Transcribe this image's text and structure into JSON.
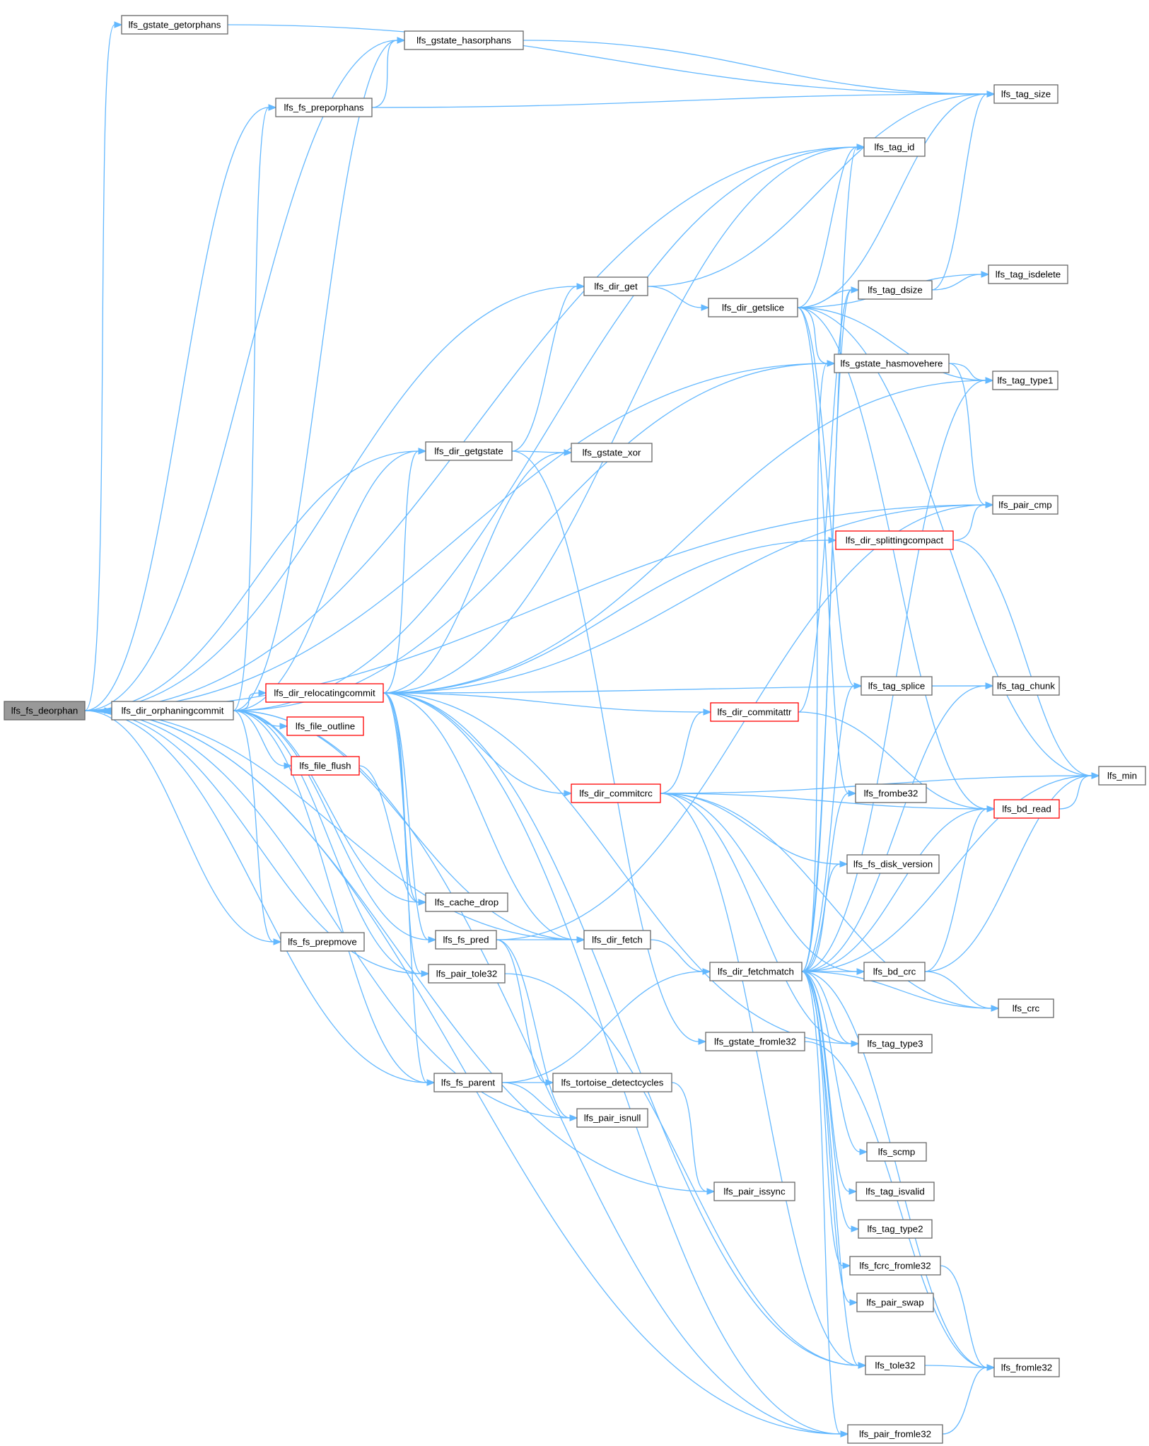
{
  "colors": {
    "edge": "#63b8ff",
    "focus_fill": "#999999",
    "node_border": "#666666",
    "truncated_border": "#ff0000",
    "node_fill": "#ffffff"
  },
  "graph": {
    "focus_node": "lfs_fs_deorphan",
    "nodes": [
      {
        "id": "n_deorphan",
        "label": "lfs_fs_deorphan",
        "style": "focus"
      },
      {
        "id": "n_getorphans",
        "label": "lfs_gstate_getorphans",
        "style": "normal"
      },
      {
        "id": "n_hasorphans",
        "label": "lfs_gstate_hasorphans",
        "style": "normal"
      },
      {
        "id": "n_preporphans",
        "label": "lfs_fs_preporphans",
        "style": "normal"
      },
      {
        "id": "n_tag_size",
        "label": "lfs_tag_size",
        "style": "normal"
      },
      {
        "id": "n_tag_id",
        "label": "lfs_tag_id",
        "style": "normal"
      },
      {
        "id": "n_dir_get",
        "label": "lfs_dir_get",
        "style": "normal"
      },
      {
        "id": "n_getslice",
        "label": "lfs_dir_getslice",
        "style": "normal"
      },
      {
        "id": "n_isdelete",
        "label": "lfs_tag_isdelete",
        "style": "normal"
      },
      {
        "id": "n_dsize",
        "label": "lfs_tag_dsize",
        "style": "normal"
      },
      {
        "id": "n_hasmovehere",
        "label": "lfs_gstate_hasmovehere",
        "style": "normal"
      },
      {
        "id": "n_type1",
        "label": "lfs_tag_type1",
        "style": "normal"
      },
      {
        "id": "n_getgstate",
        "label": "lfs_dir_getgstate",
        "style": "normal"
      },
      {
        "id": "n_xor",
        "label": "lfs_gstate_xor",
        "style": "normal"
      },
      {
        "id": "n_pair_cmp",
        "label": "lfs_pair_cmp",
        "style": "normal"
      },
      {
        "id": "n_splitting",
        "label": "lfs_dir_splittingcompact",
        "style": "truncated"
      },
      {
        "id": "n_orphaning",
        "label": "lfs_dir_orphaningcommit",
        "style": "normal"
      },
      {
        "id": "n_relocating",
        "label": "lfs_dir_relocatingcommit",
        "style": "truncated"
      },
      {
        "id": "n_splice",
        "label": "lfs_tag_splice",
        "style": "normal"
      },
      {
        "id": "n_chunk",
        "label": "lfs_tag_chunk",
        "style": "normal"
      },
      {
        "id": "n_outline",
        "label": "lfs_file_outline",
        "style": "truncated"
      },
      {
        "id": "n_commitattr",
        "label": "lfs_dir_commitattr",
        "style": "truncated"
      },
      {
        "id": "n_min",
        "label": "lfs_min",
        "style": "normal"
      },
      {
        "id": "n_flush",
        "label": "lfs_file_flush",
        "style": "truncated"
      },
      {
        "id": "n_commitcrc",
        "label": "lfs_dir_commitcrc",
        "style": "truncated"
      },
      {
        "id": "n_frombe32",
        "label": "lfs_frombe32",
        "style": "normal"
      },
      {
        "id": "n_bd_read",
        "label": "lfs_bd_read",
        "style": "truncated"
      },
      {
        "id": "n_disk_version",
        "label": "lfs_fs_disk_version",
        "style": "normal"
      },
      {
        "id": "n_cache_drop",
        "label": "lfs_cache_drop",
        "style": "normal"
      },
      {
        "id": "n_prepmove",
        "label": "lfs_fs_prepmove",
        "style": "normal"
      },
      {
        "id": "n_fs_pred",
        "label": "lfs_fs_pred",
        "style": "normal"
      },
      {
        "id": "n_dir_fetch",
        "label": "lfs_dir_fetch",
        "style": "normal"
      },
      {
        "id": "n_fetchmatch",
        "label": "lfs_dir_fetchmatch",
        "style": "normal"
      },
      {
        "id": "n_bd_crc",
        "label": "lfs_bd_crc",
        "style": "normal"
      },
      {
        "id": "n_pair_tole32",
        "label": "lfs_pair_tole32",
        "style": "normal"
      },
      {
        "id": "n_crc",
        "label": "lfs_crc",
        "style": "normal"
      },
      {
        "id": "n_gstate_fromle32",
        "label": "lfs_gstate_fromle32",
        "style": "normal"
      },
      {
        "id": "n_type3",
        "label": "lfs_tag_type3",
        "style": "normal"
      },
      {
        "id": "n_fs_parent",
        "label": "lfs_fs_parent",
        "style": "normal"
      },
      {
        "id": "n_tortoise",
        "label": "lfs_tortoise_detectcycles",
        "style": "normal"
      },
      {
        "id": "n_isnull",
        "label": "lfs_pair_isnull",
        "style": "normal"
      },
      {
        "id": "n_scmp",
        "label": "lfs_scmp",
        "style": "normal"
      },
      {
        "id": "n_issync",
        "label": "lfs_pair_issync",
        "style": "normal"
      },
      {
        "id": "n_isvalid",
        "label": "lfs_tag_isvalid",
        "style": "normal"
      },
      {
        "id": "n_type2",
        "label": "lfs_tag_type2",
        "style": "normal"
      },
      {
        "id": "n_fcrc",
        "label": "lfs_fcrc_fromle32",
        "style": "normal"
      },
      {
        "id": "n_swap",
        "label": "lfs_pair_swap",
        "style": "normal"
      },
      {
        "id": "n_tole32",
        "label": "lfs_tole32",
        "style": "normal"
      },
      {
        "id": "n_fromle32",
        "label": "lfs_fromle32",
        "style": "normal"
      },
      {
        "id": "n_pair_fromle32",
        "label": "lfs_pair_fromle32",
        "style": "normal"
      }
    ],
    "edges": [
      [
        "n_deorphan",
        "n_getorphans"
      ],
      [
        "n_deorphan",
        "n_hasorphans"
      ],
      [
        "n_deorphan",
        "n_preporphans"
      ],
      [
        "n_deorphan",
        "n_tag_id"
      ],
      [
        "n_deorphan",
        "n_dir_get"
      ],
      [
        "n_deorphan",
        "n_hasmovehere"
      ],
      [
        "n_deorphan",
        "n_getgstate"
      ],
      [
        "n_deorphan",
        "n_pair_cmp"
      ],
      [
        "n_deorphan",
        "n_orphaning"
      ],
      [
        "n_deorphan",
        "n_prepmove"
      ],
      [
        "n_deorphan",
        "n_pair_tole32"
      ],
      [
        "n_deorphan",
        "n_dir_fetch"
      ],
      [
        "n_deorphan",
        "n_fs_parent"
      ],
      [
        "n_deorphan",
        "n_isnull"
      ],
      [
        "n_deorphan",
        "n_issync"
      ],
      [
        "n_deorphan",
        "n_pair_fromle32"
      ],
      [
        "n_getorphans",
        "n_tag_size"
      ],
      [
        "n_hasorphans",
        "n_tag_size"
      ],
      [
        "n_preporphans",
        "n_hasorphans"
      ],
      [
        "n_preporphans",
        "n_tag_size"
      ],
      [
        "n_dir_get",
        "n_tag_size"
      ],
      [
        "n_dir_get",
        "n_getslice"
      ],
      [
        "n_getslice",
        "n_tag_id"
      ],
      [
        "n_getslice",
        "n_tag_size"
      ],
      [
        "n_getslice",
        "n_min"
      ],
      [
        "n_getslice",
        "n_isdelete"
      ],
      [
        "n_getslice",
        "n_dsize"
      ],
      [
        "n_getslice",
        "n_hasmovehere"
      ],
      [
        "n_getslice",
        "n_type1"
      ],
      [
        "n_getslice",
        "n_splice"
      ],
      [
        "n_getslice",
        "n_frombe32"
      ],
      [
        "n_getslice",
        "n_bd_read"
      ],
      [
        "n_dsize",
        "n_tag_size"
      ],
      [
        "n_dsize",
        "n_isdelete"
      ],
      [
        "n_hasmovehere",
        "n_type1"
      ],
      [
        "n_hasmovehere",
        "n_pair_cmp"
      ],
      [
        "n_getgstate",
        "n_dir_get"
      ],
      [
        "n_getgstate",
        "n_xor"
      ],
      [
        "n_getgstate",
        "n_gstate_fromle32"
      ],
      [
        "n_splitting",
        "n_pair_cmp"
      ],
      [
        "n_splitting",
        "n_min"
      ],
      [
        "n_orphaning",
        "n_preporphans"
      ],
      [
        "n_orphaning",
        "n_hasorphans"
      ],
      [
        "n_orphaning",
        "n_tag_id"
      ],
      [
        "n_orphaning",
        "n_getgstate"
      ],
      [
        "n_orphaning",
        "n_hasmovehere"
      ],
      [
        "n_orphaning",
        "n_relocating"
      ],
      [
        "n_orphaning",
        "n_outline"
      ],
      [
        "n_orphaning",
        "n_flush"
      ],
      [
        "n_orphaning",
        "n_cache_drop"
      ],
      [
        "n_orphaning",
        "n_prepmove"
      ],
      [
        "n_orphaning",
        "n_fs_pred"
      ],
      [
        "n_orphaning",
        "n_dir_fetch"
      ],
      [
        "n_orphaning",
        "n_pair_tole32"
      ],
      [
        "n_orphaning",
        "n_fs_parent"
      ],
      [
        "n_orphaning",
        "n_pair_fromle32"
      ],
      [
        "n_relocating",
        "n_getgstate"
      ],
      [
        "n_relocating",
        "n_xor"
      ],
      [
        "n_relocating",
        "n_tag_id"
      ],
      [
        "n_relocating",
        "n_type1"
      ],
      [
        "n_relocating",
        "n_pair_cmp"
      ],
      [
        "n_relocating",
        "n_splitting"
      ],
      [
        "n_relocating",
        "n_chunk"
      ],
      [
        "n_relocating",
        "n_commitattr"
      ],
      [
        "n_relocating",
        "n_commitcrc"
      ],
      [
        "n_relocating",
        "n_cache_drop"
      ],
      [
        "n_relocating",
        "n_fs_pred"
      ],
      [
        "n_relocating",
        "n_dir_fetch"
      ],
      [
        "n_relocating",
        "n_pair_tole32"
      ],
      [
        "n_relocating",
        "n_fs_parent"
      ],
      [
        "n_relocating",
        "n_type3"
      ],
      [
        "n_relocating",
        "n_tole32"
      ],
      [
        "n_relocating",
        "n_pair_fromle32"
      ],
      [
        "n_splice",
        "n_chunk"
      ],
      [
        "n_commitattr",
        "n_dsize"
      ],
      [
        "n_commitattr",
        "n_bd_read"
      ],
      [
        "n_flush",
        "n_cache_drop"
      ],
      [
        "n_commitcrc",
        "n_commitattr"
      ],
      [
        "n_commitcrc",
        "n_min"
      ],
      [
        "n_commitcrc",
        "n_bd_read"
      ],
      [
        "n_commitcrc",
        "n_disk_version"
      ],
      [
        "n_commitcrc",
        "n_bd_crc"
      ],
      [
        "n_commitcrc",
        "n_crc"
      ],
      [
        "n_commitcrc",
        "n_type3"
      ],
      [
        "n_commitcrc",
        "n_tole32"
      ],
      [
        "n_bd_read",
        "n_min"
      ],
      [
        "n_fs_pred",
        "n_pair_cmp"
      ],
      [
        "n_fs_pred",
        "n_dir_fetch"
      ],
      [
        "n_fs_pred",
        "n_tortoise"
      ],
      [
        "n_fs_pred",
        "n_isnull"
      ],
      [
        "n_dir_fetch",
        "n_fetchmatch"
      ],
      [
        "n_fetchmatch",
        "n_tag_id"
      ],
      [
        "n_fetchmatch",
        "n_dsize"
      ],
      [
        "n_fetchmatch",
        "n_hasmovehere"
      ],
      [
        "n_fetchmatch",
        "n_type1"
      ],
      [
        "n_fetchmatch",
        "n_splice"
      ],
      [
        "n_fetchmatch",
        "n_chunk"
      ],
      [
        "n_fetchmatch",
        "n_frombe32"
      ],
      [
        "n_fetchmatch",
        "n_bd_read"
      ],
      [
        "n_fetchmatch",
        "n_disk_version"
      ],
      [
        "n_fetchmatch",
        "n_bd_crc"
      ],
      [
        "n_fetchmatch",
        "n_crc"
      ],
      [
        "n_fetchmatch",
        "n_type3"
      ],
      [
        "n_fetchmatch",
        "n_scmp"
      ],
      [
        "n_fetchmatch",
        "n_isvalid"
      ],
      [
        "n_fetchmatch",
        "n_type2"
      ],
      [
        "n_fetchmatch",
        "n_fcrc"
      ],
      [
        "n_fetchmatch",
        "n_swap"
      ],
      [
        "n_fetchmatch",
        "n_tole32"
      ],
      [
        "n_fetchmatch",
        "n_fromle32"
      ],
      [
        "n_fetchmatch",
        "n_pair_fromle32"
      ],
      [
        "n_fetchmatch",
        "n_min"
      ],
      [
        "n_bd_crc",
        "n_bd_read"
      ],
      [
        "n_bd_crc",
        "n_crc"
      ],
      [
        "n_bd_crc",
        "n_min"
      ],
      [
        "n_pair_tole32",
        "n_tole32"
      ],
      [
        "n_gstate_fromle32",
        "n_fromle32"
      ],
      [
        "n_fs_parent",
        "n_fetchmatch"
      ],
      [
        "n_fs_parent",
        "n_tortoise"
      ],
      [
        "n_fs_parent",
        "n_isnull"
      ],
      [
        "n_tortoise",
        "n_issync"
      ],
      [
        "n_fcrc",
        "n_fromle32"
      ],
      [
        "n_tole32",
        "n_fromle32"
      ],
      [
        "n_pair_fromle32",
        "n_fromle32"
      ]
    ]
  }
}
